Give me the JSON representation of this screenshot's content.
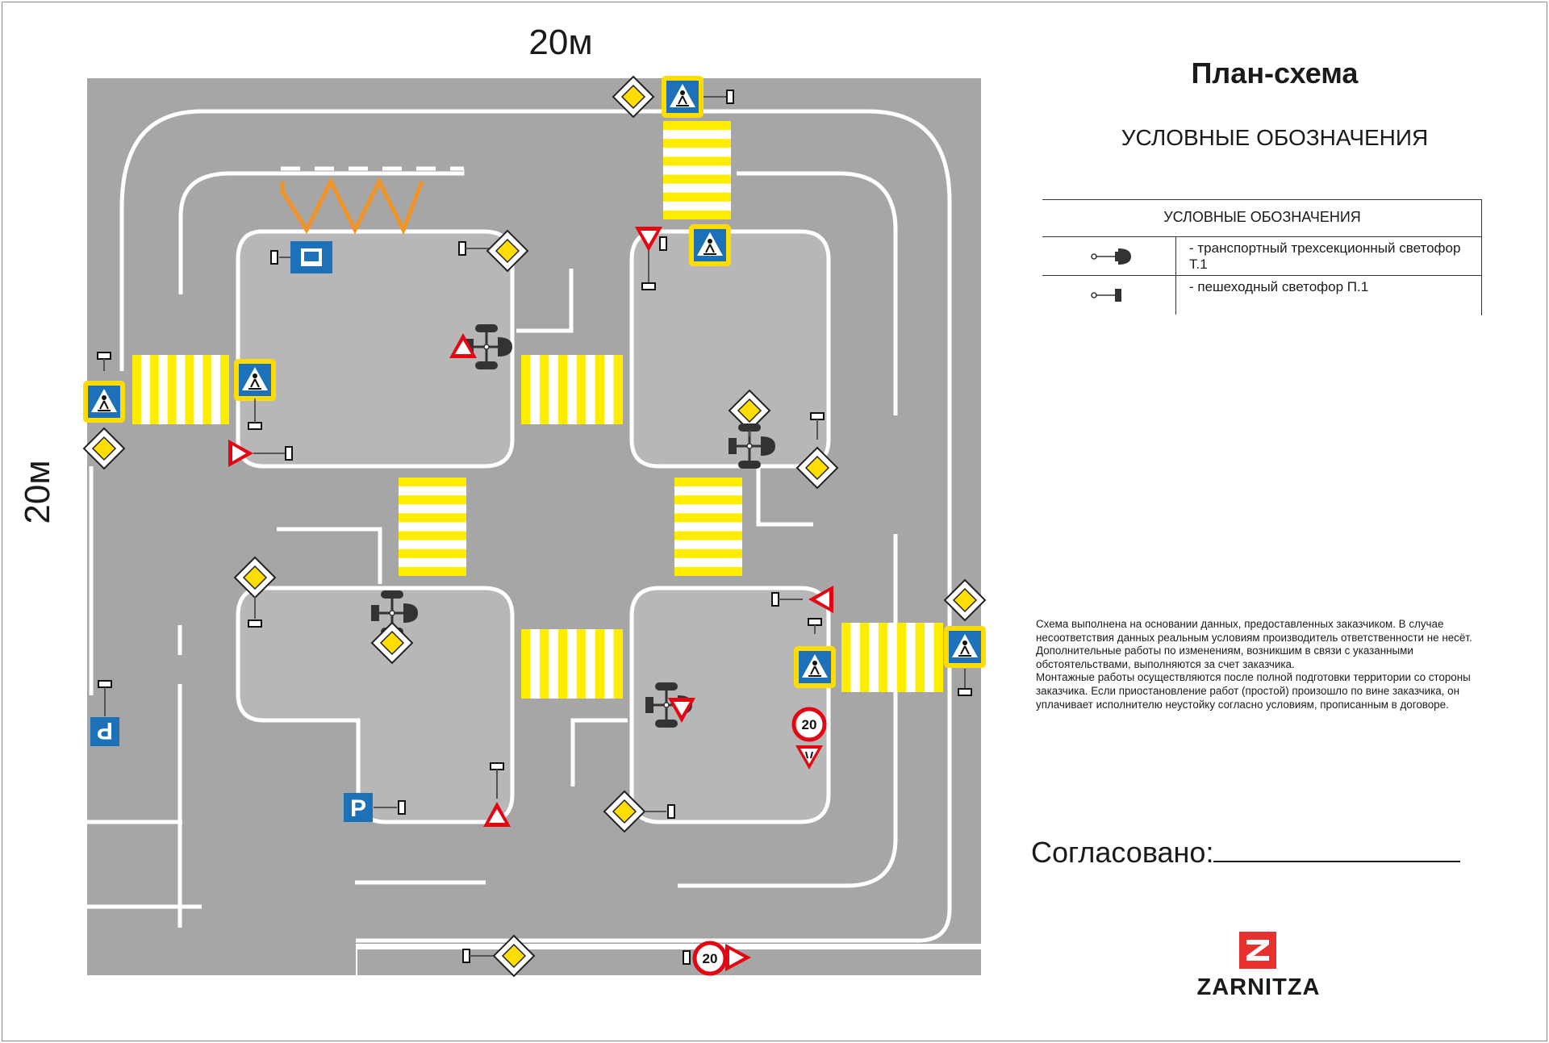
{
  "dimensions": {
    "width_label": "20м",
    "height_label": "20м"
  },
  "header": {
    "title": "План-схема",
    "subtitle": "УСЛОВНЫЕ ОБОЗНАЧЕНИЯ"
  },
  "legend": {
    "title": "УСЛОВНЫЕ ОБОЗНАЧЕНИЯ",
    "items": [
      {
        "icon": "traffic-light-three-section-icon",
        "label": "- транспортный  трехсекционный светофор Т.1"
      },
      {
        "icon": "pedestrian-light-icon",
        "label": "- пешеходный светофор П.1"
      }
    ]
  },
  "notes": {
    "paragraph_1": "Схема выполнена на основании данных, предоставленных заказчиком. В случае несоответствия данных реальным условиям производитель ответственности не несёт. Дополнительные работы по изменениям, возникшим в связи с указанными обстоятельствами, выполняются за счет заказчика.",
    "paragraph_2": "Монтажные работы осуществляются после полной подготовки территории со стороны заказчика. Если приостановление работ (простой) произошло по вине заказчика, он уплачивает исполнителю неустойку согласно условиям, прописанным в договоре."
  },
  "approval": {
    "label": "Согласовано:"
  },
  "logo": {
    "letter": "Z",
    "name": "ZARNITZA"
  },
  "map_signs": {
    "speed_limit": "20",
    "parking": "P"
  },
  "colors": {
    "road": "#a6a6a6",
    "island": "#b7b7b7",
    "marking": "#ffffff",
    "crosswalk": "#ffed00",
    "sign_blue": "#1d71b8",
    "sign_red": "#e30613",
    "priority_yellow": "#ffdd00",
    "logo_red": "#e8312f",
    "zigzag": "#f39325"
  }
}
